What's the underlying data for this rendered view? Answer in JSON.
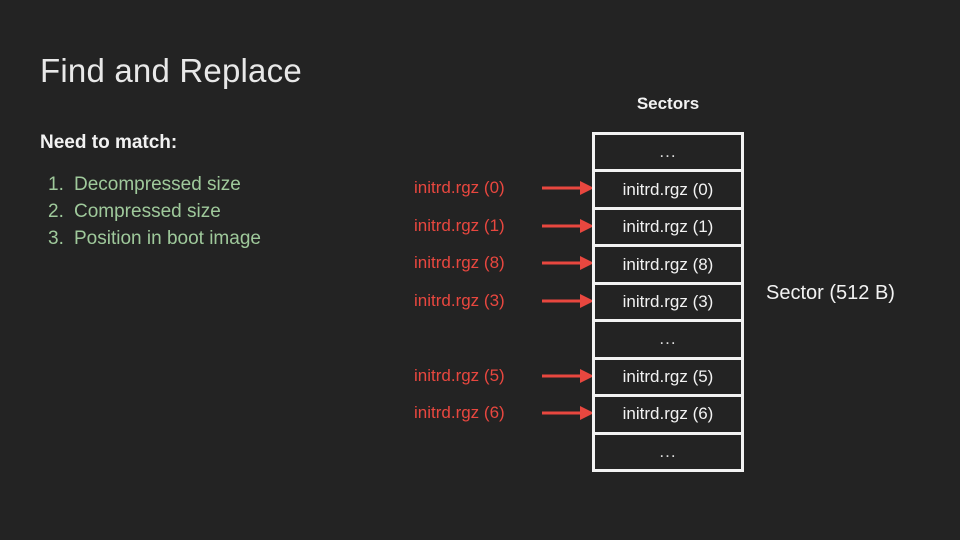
{
  "slide": {
    "title": "Find and Replace",
    "background_color": "#232323",
    "need_label": "Need to match:",
    "match_list": [
      {
        "num": "1.",
        "text": "Decompressed size"
      },
      {
        "num": "2.",
        "text": "Compressed size"
      },
      {
        "num": "3.",
        "text": "Position in boot image"
      }
    ],
    "list_color": "#9fc99b",
    "accent_red": "#e8473f",
    "text_color": "#f2f2f2"
  },
  "diagram": {
    "sectors_heading": "Sectors",
    "sector_size_note": "Sector (512 B)",
    "rows": [
      {
        "label": "...",
        "is_ellipsis": true,
        "arrow_label": ""
      },
      {
        "label": "initrd.rgz (0)",
        "is_ellipsis": false,
        "arrow_label": "initrd.rgz (0)"
      },
      {
        "label": "initrd.rgz (1)",
        "is_ellipsis": false,
        "arrow_label": "initrd.rgz (1)"
      },
      {
        "label": "initrd.rgz (8)",
        "is_ellipsis": false,
        "arrow_label": "initrd.rgz (8)"
      },
      {
        "label": "initrd.rgz (3)",
        "is_ellipsis": false,
        "arrow_label": "initrd.rgz (3)"
      },
      {
        "label": "...",
        "is_ellipsis": true,
        "arrow_label": ""
      },
      {
        "label": "initrd.rgz (5)",
        "is_ellipsis": false,
        "arrow_label": "initrd.rgz (5)"
      },
      {
        "label": "initrd.rgz (6)",
        "is_ellipsis": false,
        "arrow_label": "initrd.rgz (6)"
      },
      {
        "label": "...",
        "is_ellipsis": true,
        "arrow_label": ""
      }
    ]
  }
}
